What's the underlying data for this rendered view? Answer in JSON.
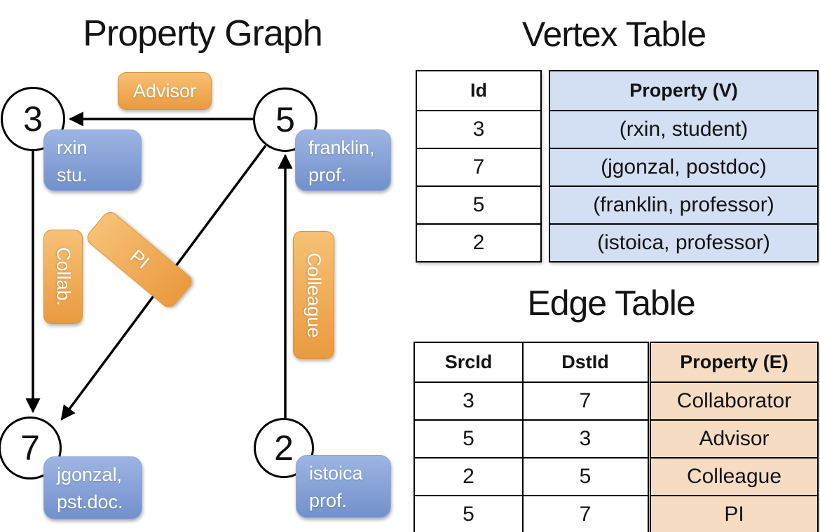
{
  "colors": {
    "edge_property_orange": "#eda24c",
    "vertex_property_blue": "#7f9cd4",
    "vertex_table_column_bg": "#d3dff2",
    "edge_table_column_bg": "#f5dcc2",
    "line_color": "#000000"
  },
  "graph": {
    "title": "Property Graph",
    "nodes": {
      "n3": {
        "id": "3",
        "prop_line1": "rxin",
        "prop_line2": "stu."
      },
      "n5": {
        "id": "5",
        "prop_line1": "franklin,",
        "prop_line2": "prof."
      },
      "n7": {
        "id": "7",
        "prop_line1": "jgonzal,",
        "prop_line2": "pst.doc."
      },
      "n2": {
        "id": "2",
        "prop_line1": "istoica",
        "prop_line2": "prof."
      }
    },
    "edge_labels": {
      "advisor": "Advisor",
      "collab": "Collab.",
      "pi": "PI",
      "colleague": "Colleague"
    }
  },
  "vertex_table": {
    "title": "Vertex Table",
    "headers": {
      "id": "Id",
      "property": "Property (V)"
    },
    "rows": [
      {
        "id": "3",
        "property": "(rxin, student)"
      },
      {
        "id": "7",
        "property": "(jgonzal, postdoc)"
      },
      {
        "id": "5",
        "property": "(franklin, professor)"
      },
      {
        "id": "2",
        "property": "(istoica, professor)"
      }
    ]
  },
  "edge_table": {
    "title": "Edge Table",
    "headers": {
      "src": "SrcId",
      "dst": "DstId",
      "property": "Property (E)"
    },
    "rows": [
      {
        "src": "3",
        "dst": "7",
        "property": "Collaborator"
      },
      {
        "src": "5",
        "dst": "3",
        "property": "Advisor"
      },
      {
        "src": "2",
        "dst": "5",
        "property": "Colleague"
      },
      {
        "src": "5",
        "dst": "7",
        "property": "PI"
      }
    ]
  }
}
